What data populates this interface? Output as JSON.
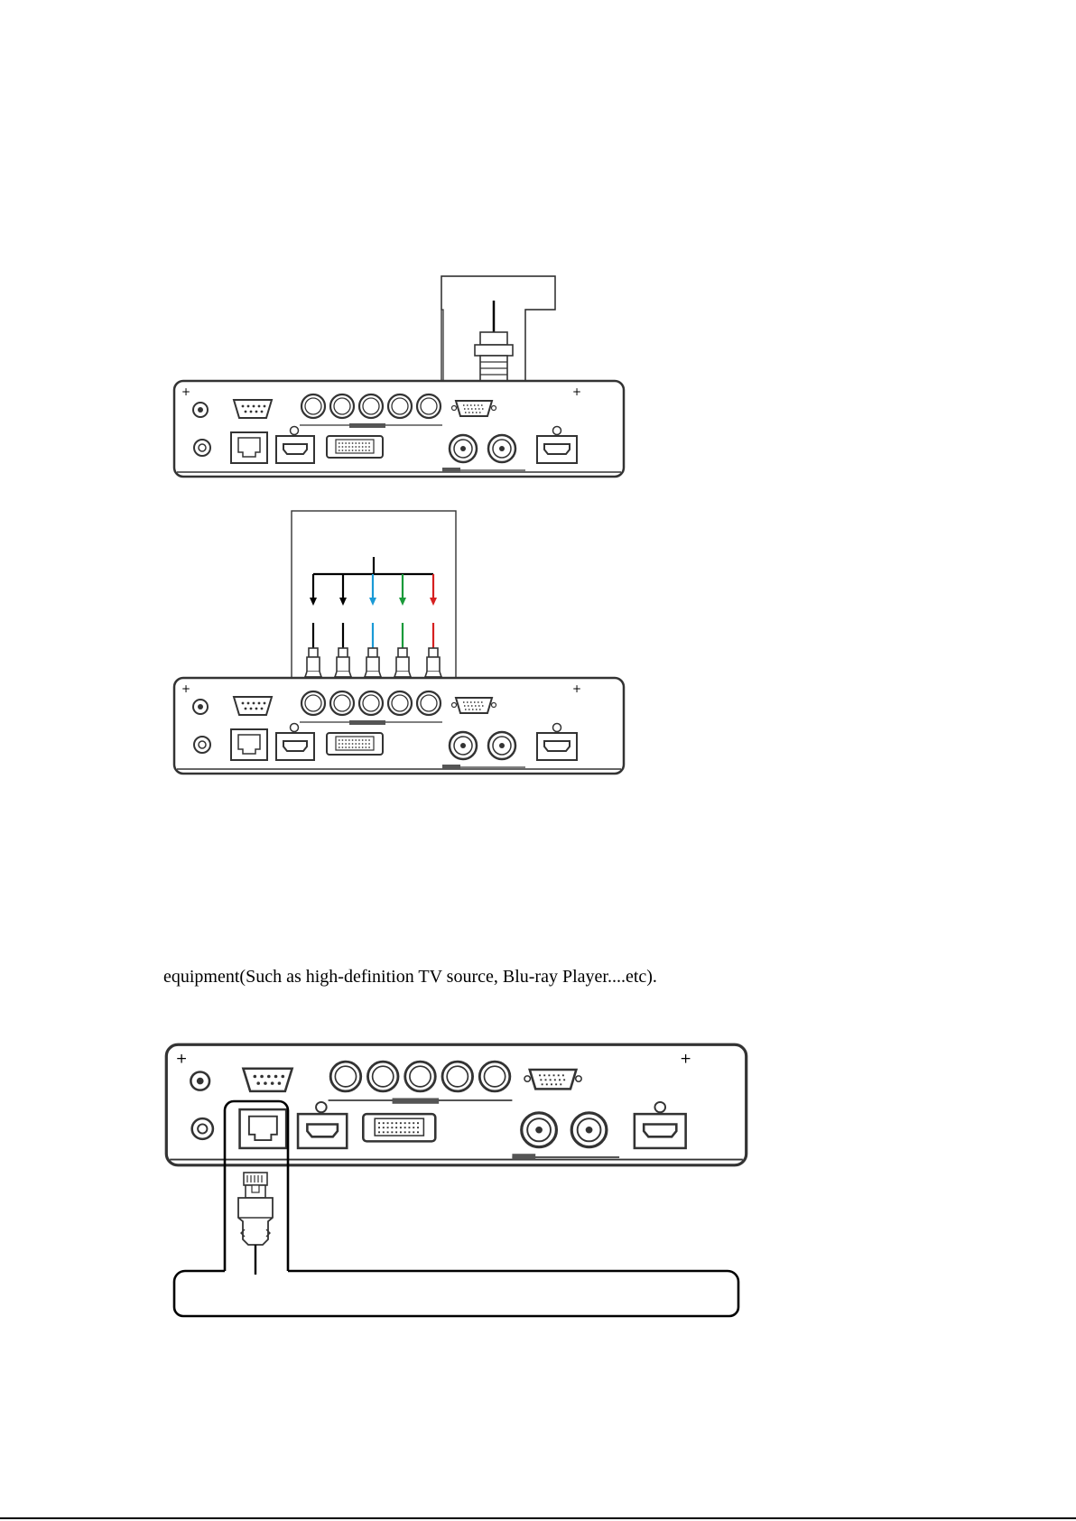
{
  "page": {
    "caption": "equipment(Such as high-definition TV source, Blu-ray Player....etc)."
  },
  "colors": {
    "line": "#000000",
    "panel_stroke": "#333333",
    "blue_cable": "#1a9ad6",
    "green_cable": "#1a9a3a",
    "red_cable": "#d62020"
  },
  "diagrams": [
    {
      "id": "vga-connection",
      "highlight": "vga-port"
    },
    {
      "id": "bnc-connection",
      "highlight": "bnc-ports",
      "cables": [
        "black",
        "black",
        "blue",
        "green",
        "red"
      ]
    },
    {
      "id": "rj45-connection",
      "highlight": "rj45-port"
    }
  ]
}
